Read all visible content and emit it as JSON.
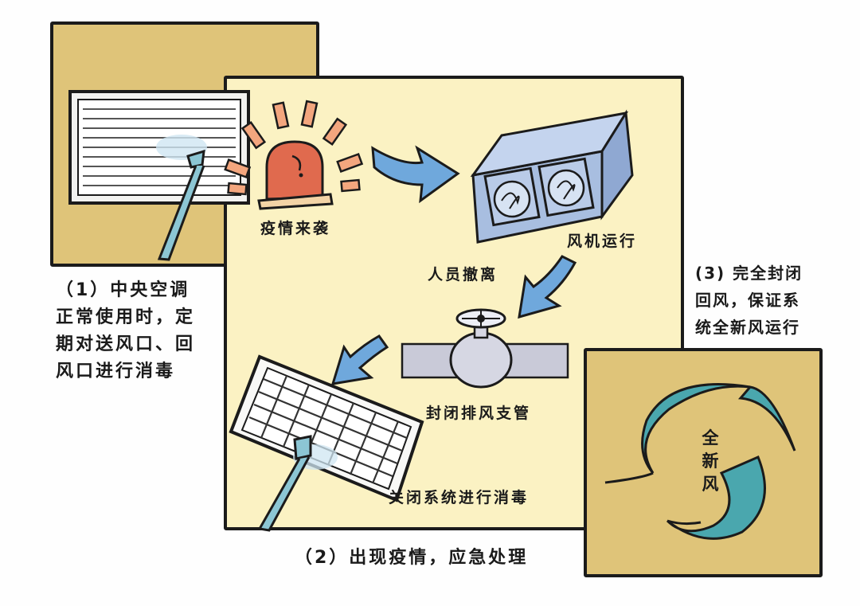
{
  "panel1": {
    "caption": "（1）中央空调\n正常使用时，定\n期对送风口、回\n风口进行消毒"
  },
  "panel2": {
    "caption": "（2）出现疫情，应急处理",
    "steps": {
      "epidemic": "疫情来袭",
      "fan": "风机运行",
      "evacuate": "人员撤离",
      "valve": "封闭排风支管",
      "disinfect": "关闭系统进行消毒"
    }
  },
  "panel3": {
    "caption": "(3) 完全封闭\n回风，保证系\n统全新风运行",
    "center_label": "全\n新\n风"
  },
  "colors": {
    "panel_dark": "#dfc479",
    "panel_light": "#fbf2c3",
    "arrow_blue": "#6fa8dc",
    "cycle_teal": "#4aa7ae",
    "alarm_red": "#e06a4e",
    "fan_box": "#a8bee0",
    "grille_handle": "#8cc6d4"
  }
}
